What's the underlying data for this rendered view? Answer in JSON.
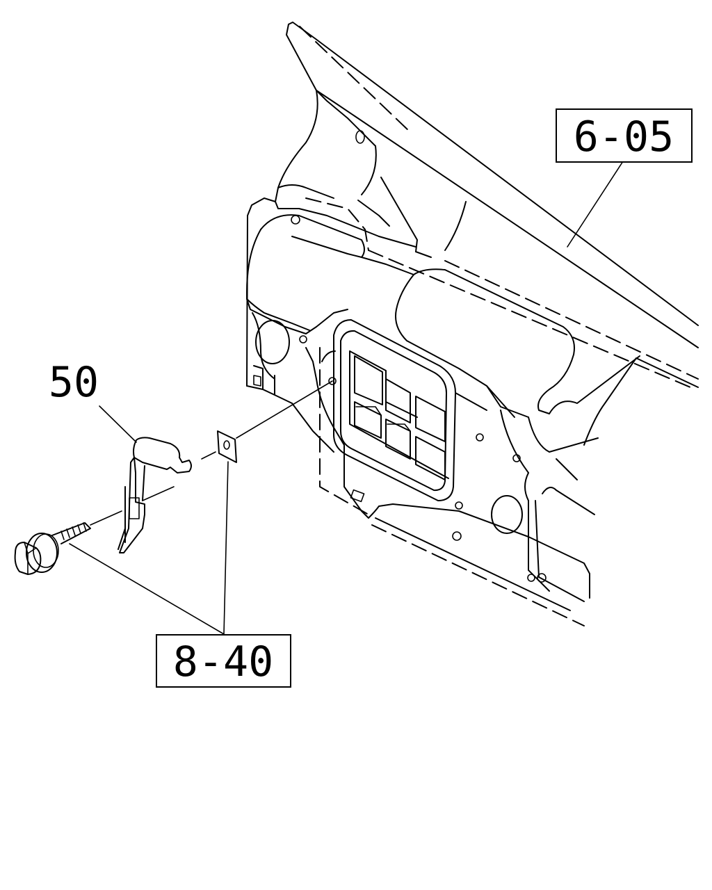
{
  "callouts": {
    "ref_top": "6-05",
    "ref_bottom": "8-40",
    "part_number": "50"
  },
  "icons": {
    "panel": "dash-panel-illustration",
    "bracket": "bracket-part-illustration",
    "bolt": "bolt-illustration",
    "washer": "washer-plate-illustration"
  },
  "colors": {
    "line": "#000000",
    "background": "#ffffff"
  }
}
